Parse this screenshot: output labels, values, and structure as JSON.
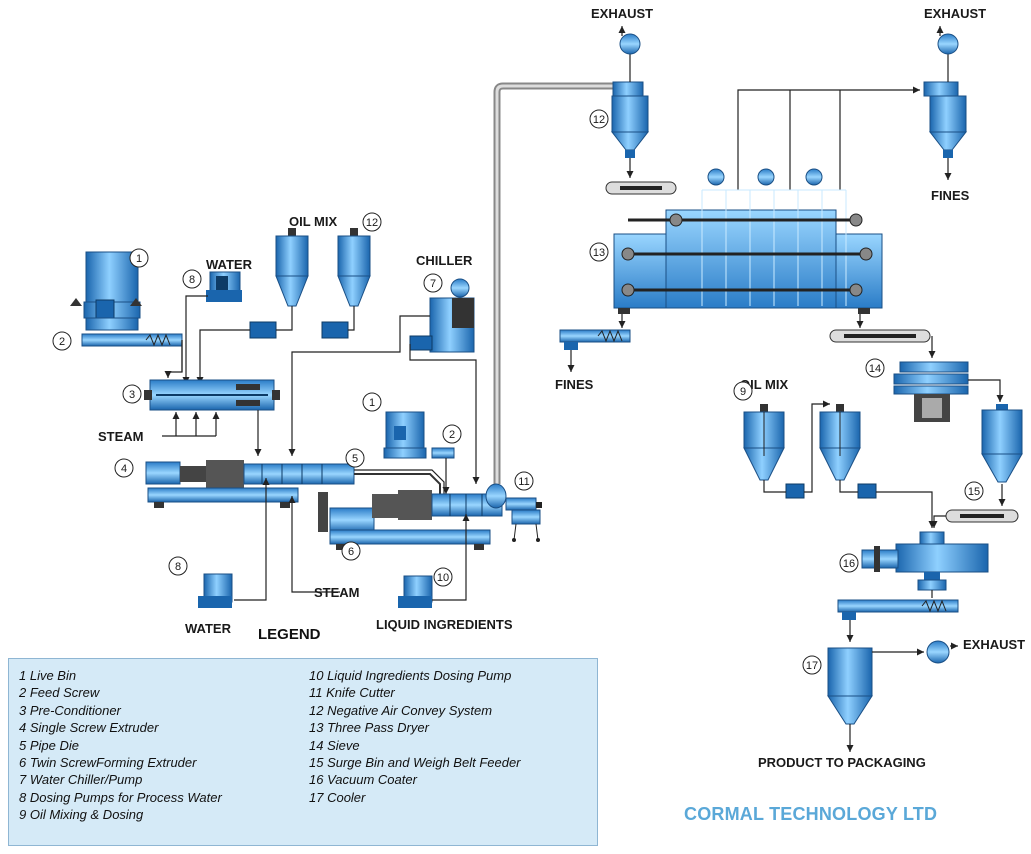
{
  "labels": {
    "exhaust_1": "EXHAUST",
    "exhaust_2": "EXHAUST",
    "exhaust_3": "EXHAUST",
    "fines_1": "FINES",
    "fines_2": "FINES",
    "oil_mix_1": "OIL MIX",
    "oil_mix_2": "OIL MIX",
    "water_1": "WATER",
    "water_2": "WATER",
    "chiller": "CHILLER",
    "steam_1": "STEAM",
    "steam_2": "STEAM",
    "liquid_ingredients": "LIQUID INGREDIENTS",
    "product_to_packaging": "PRODUCT TO PACKAGING"
  },
  "numbers": {
    "n1a": "1",
    "n1b": "1",
    "n2a": "2",
    "n2b": "2",
    "n3": "3",
    "n4": "4",
    "n5": "5",
    "n6": "6",
    "n7": "7",
    "n8a": "8",
    "n8b": "8",
    "n9": "9",
    "n10": "10",
    "n11": "11",
    "n12a": "12",
    "n12b": "12",
    "n13": "13",
    "n14": "14",
    "n15": "15",
    "n16": "16",
    "n17": "17"
  },
  "legend": {
    "title": "LEGEND",
    "left": [
      "1  Live Bin",
      "2  Feed Screw",
      "3  Pre-Conditioner",
      "4  Single Screw Extruder",
      "5  Pipe Die",
      "6  Twin ScrewForming Extruder",
      "7  Water Chiller/Pump",
      "8  Dosing Pumps for Process Water",
      "9  Oil Mixing & Dosing"
    ],
    "right": [
      "10  Liquid Ingredients Dosing Pump",
      "11  Knife Cutter",
      "12  Negative Air Convey System",
      "13  Three Pass Dryer",
      "14  Sieve",
      "15  Surge Bin and Weigh Belt Feeder",
      "16  Vacuum Coater",
      "17  Cooler"
    ]
  },
  "company": "CORMAL TECHNOLOGY LTD",
  "colors": {
    "equipment_blue": "#3b9ee6",
    "equipment_dark": "#1f6fb5",
    "legend_bg": "#d5eaf7",
    "company_text": "#5aa8d8"
  }
}
